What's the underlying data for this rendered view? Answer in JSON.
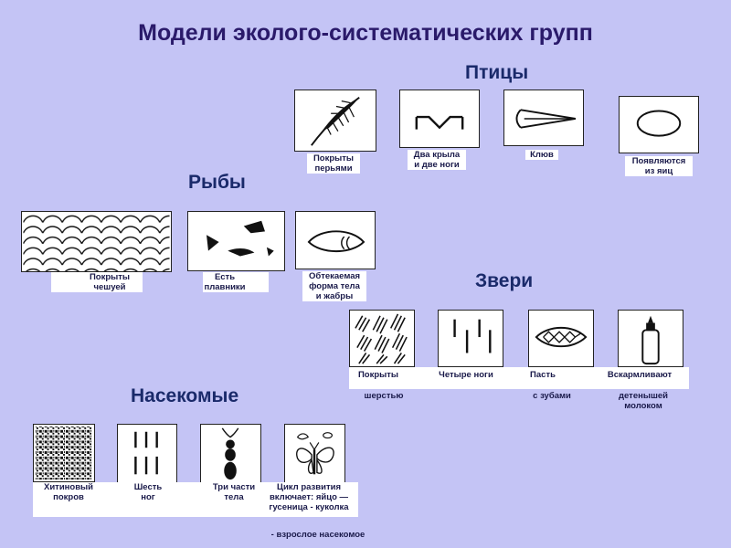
{
  "title": "Модели эколого-систематических групп",
  "groups": {
    "birds": "Птицы",
    "fish": "Рыбы",
    "mammals": "Звери",
    "insects": "Насекомые"
  },
  "birds": {
    "feathers": "Покрыты\nперьями",
    "wings_legs": "Два  крыла\nи две ноги",
    "beak": "Клюв",
    "eggs": "Появляются\nиз яиц"
  },
  "fish": {
    "scales": "Покрыты\nчешуей",
    "fins": "Есть\nплавники",
    "shape": "Обтекаемая\nформа тела\nи жабры"
  },
  "mammals": {
    "fur_1": "Покрыты",
    "legs": "Четыре ноги",
    "mouth_1": "Пасть",
    "milk_1": "Вскармливают",
    "fur_2": "шерстью",
    "mouth_2": "с зубами",
    "milk_2": "детенышей\nмолоком"
  },
  "insects": {
    "cover": "Хитиновый\nпокров",
    "legs": "Шесть\nног",
    "parts": "Три части\nтела",
    "cycle": "Цикл развития\nвключает: яйцо —\nгусеница - куколка",
    "cycle_end": "- взрослое насекомое"
  }
}
